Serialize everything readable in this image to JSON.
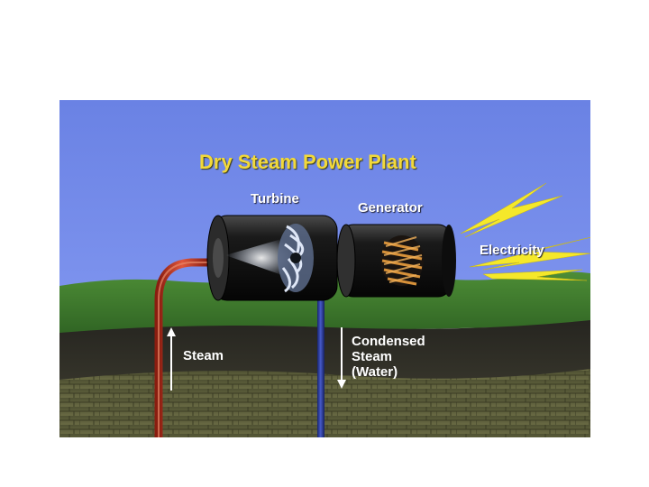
{
  "diagram": {
    "title": "Dry Steam Power Plant",
    "labels": {
      "turbine": "Turbine",
      "generator": "Generator",
      "electricity": "Electricity",
      "steam": "Steam",
      "condensed": "Condensed\nSteam\n(Water)"
    }
  },
  "colors": {
    "sky": "#6f86e6",
    "title": "#f2d93a",
    "grass": "#3f7a2e",
    "soil": "#2e2d23",
    "rock": "#5b5c3a",
    "steam_pipe": "#c0301e",
    "water_pipe": "#2a3c9c",
    "lightning": "#f5e82a"
  }
}
